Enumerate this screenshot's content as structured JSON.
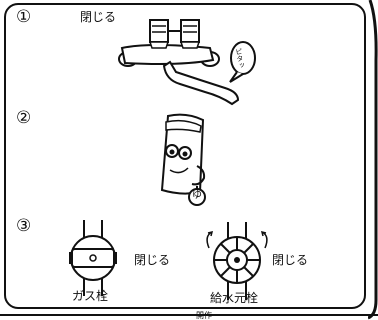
{
  "steps": [
    {
      "number": "①",
      "label": "閉じる",
      "bubble": "ピタッ"
    },
    {
      "number": "②",
      "knob_label": "ゆ"
    },
    {
      "number": "③",
      "items": [
        {
          "action": "閉じる",
          "name": "ガス栓"
        },
        {
          "action": "閉じる",
          "name": "給水元栓"
        }
      ]
    }
  ],
  "footer_fragment": "開作"
}
